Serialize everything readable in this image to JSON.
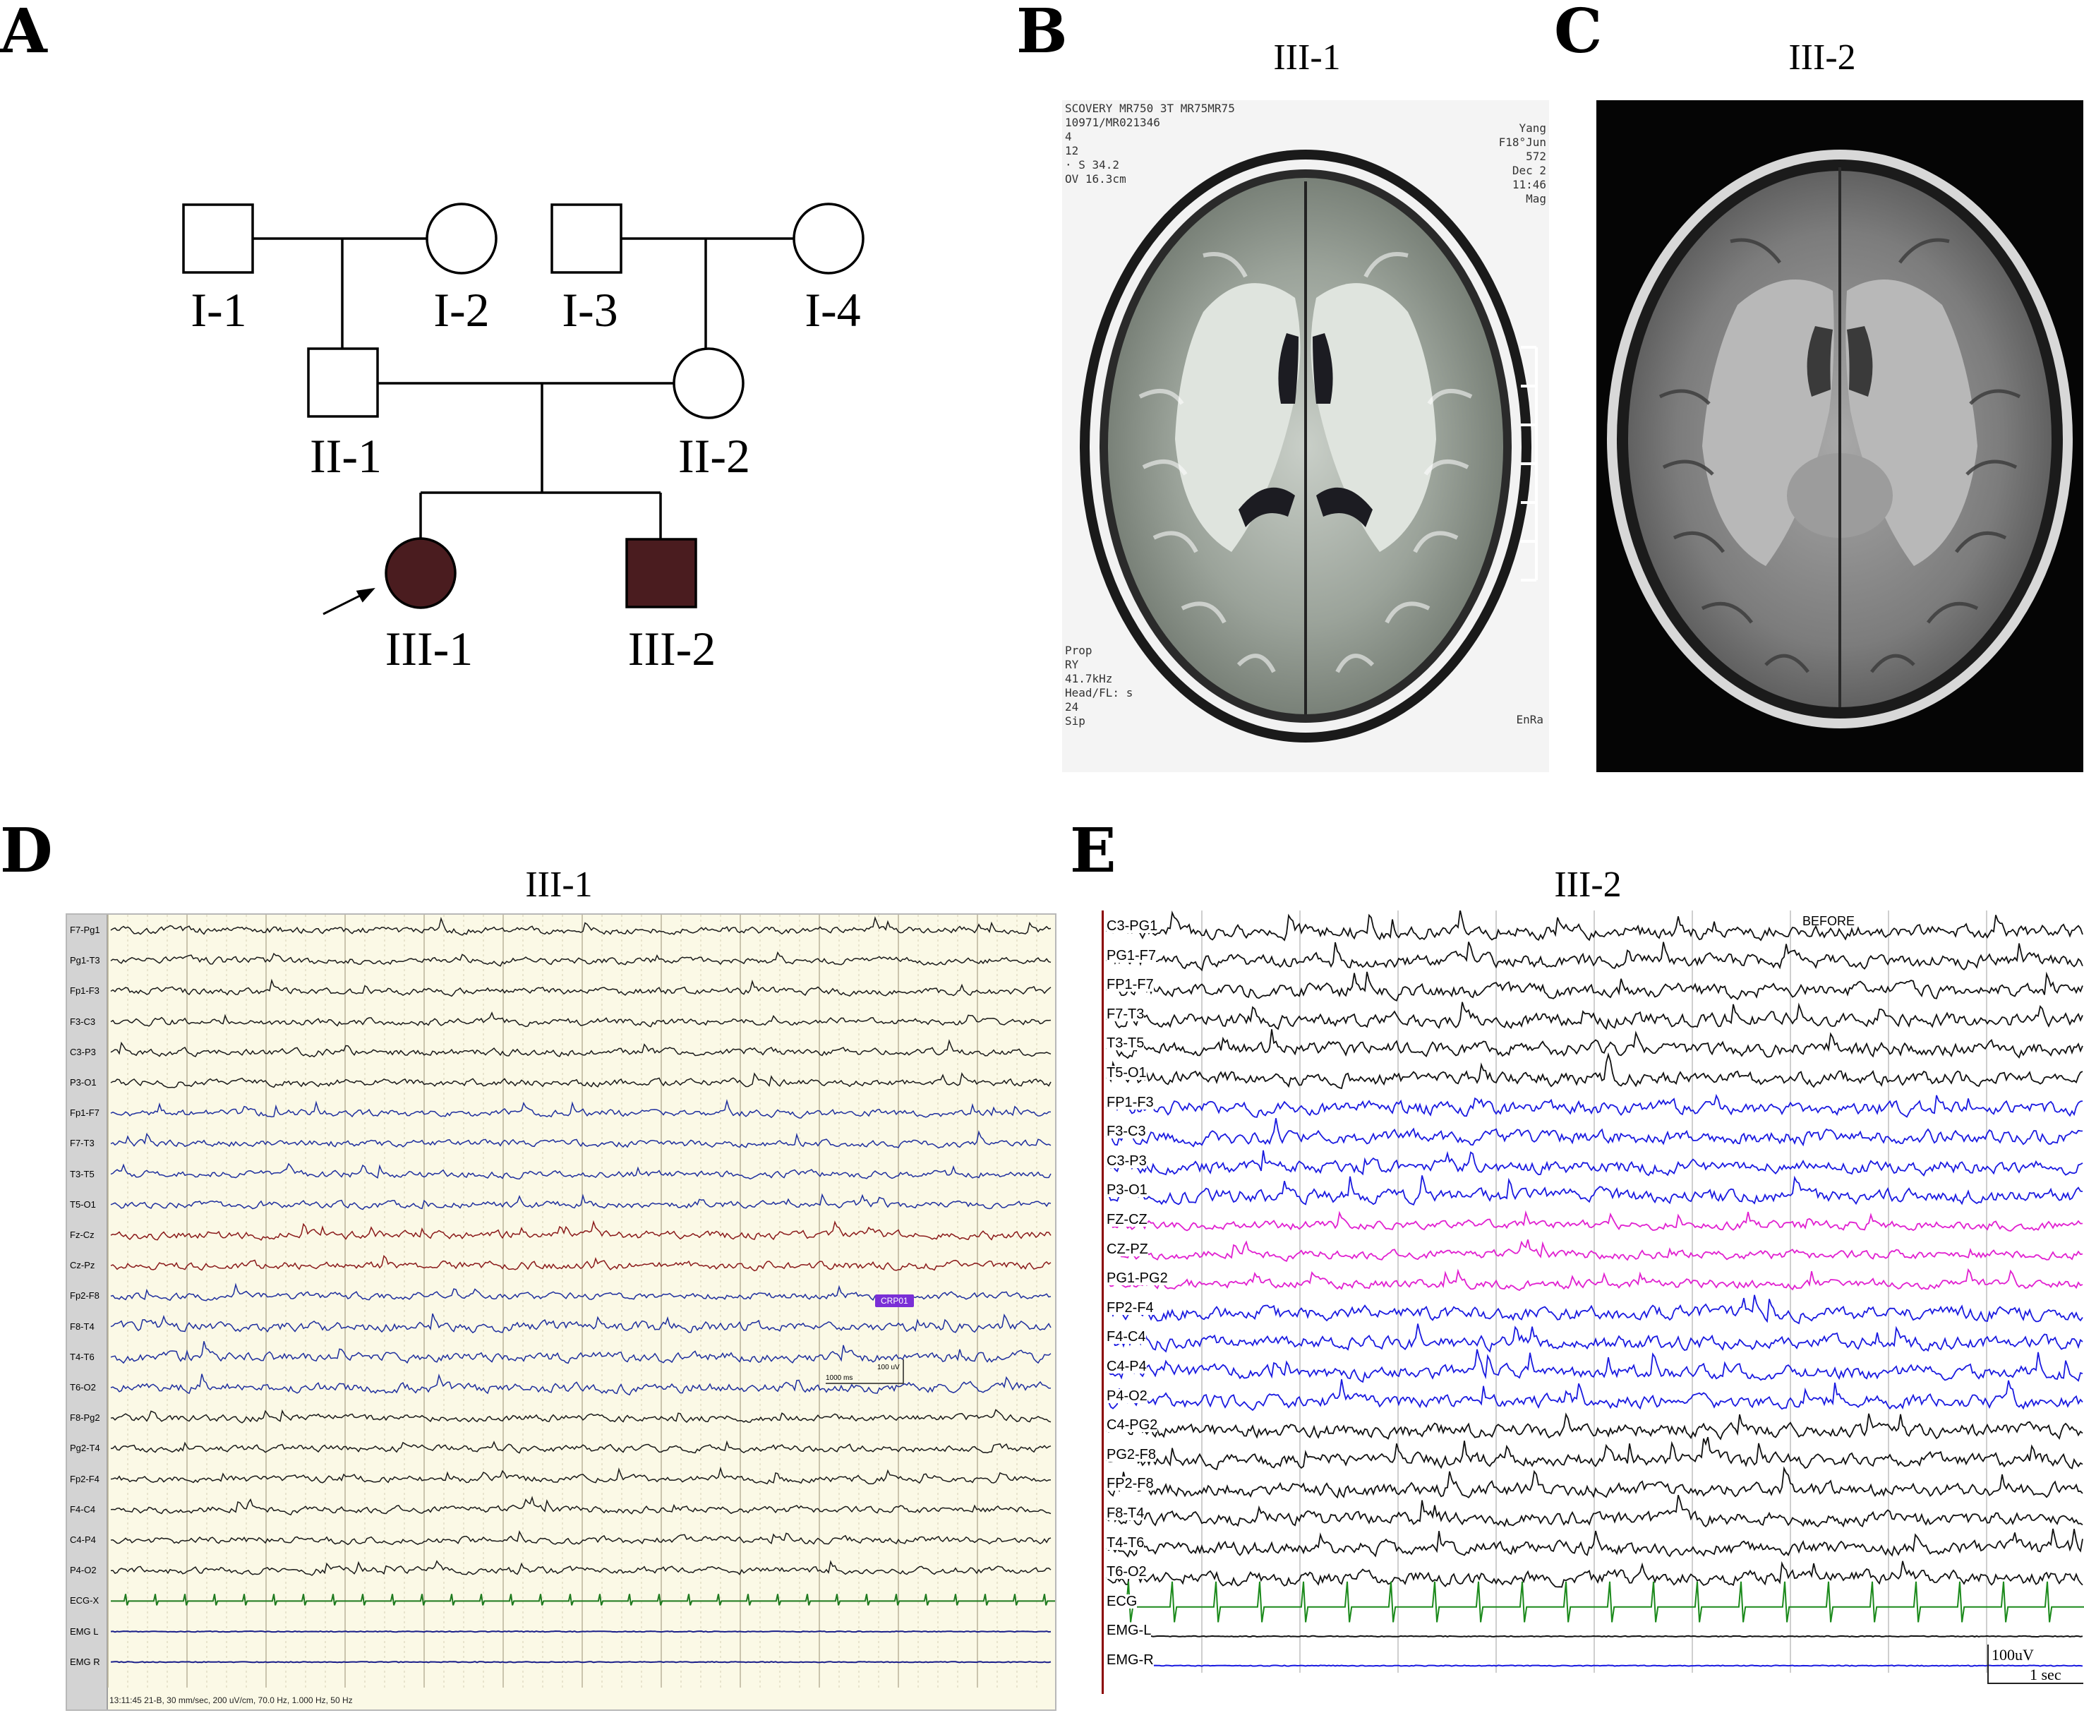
{
  "panels": {
    "a": {
      "letter": "A"
    },
    "b": {
      "letter": "B",
      "title": "III-1"
    },
    "c": {
      "letter": "C",
      "title": "III-2"
    },
    "d": {
      "letter": "D",
      "title": "III-1"
    },
    "e": {
      "letter": "E",
      "title": "III-2"
    }
  },
  "pedigree": {
    "individuals": [
      {
        "id": "I-1",
        "sex": "male",
        "affected": false
      },
      {
        "id": "I-2",
        "sex": "female",
        "affected": false
      },
      {
        "id": "I-3",
        "sex": "male",
        "affected": false
      },
      {
        "id": "I-4",
        "sex": "female",
        "affected": false
      },
      {
        "id": "II-1",
        "sex": "male",
        "affected": false
      },
      {
        "id": "II-2",
        "sex": "female",
        "affected": false
      },
      {
        "id": "III-1",
        "sex": "female",
        "affected": true,
        "proband": true
      },
      {
        "id": "III-2",
        "sex": "male",
        "affected": true
      }
    ],
    "affected_color": "#4a1c1f"
  },
  "mri_b": {
    "overlay_left": "SCOVERY MR750 3T MR75MR75\n10971/MR021346\n4\n12\n· S 34.2\nOV 16.3cm",
    "overlay_right": "Yang\nF18°Jun\n572\nDec 2\n11:46\nMag",
    "overlay_bottom_left": "Prop\nRY\n41.7kHz\nHead/FL: s\n24\nSip",
    "overlay_bottom_right": "EnRa"
  },
  "eeg_d": {
    "channels": [
      "F7-Pg1",
      "Pg1-T3",
      "Fp1-F3",
      "F3-C3",
      "C3-P3",
      "P3-O1",
      "Fp1-F7",
      "F7-T3",
      "T3-T5",
      "T5-O1",
      "Fz-Cz",
      "Cz-Pz",
      "Fp2-F8",
      "F8-T4",
      "T4-T6",
      "T6-O2",
      "F8-Pg2",
      "Pg2-T4",
      "Fp2-F4",
      "F4-C4",
      "C4-P4",
      "P4-O2",
      "ECG-X",
      "EMG L",
      "EMG R"
    ],
    "event_tag": "CRP01",
    "scale_time": "1000 ms",
    "scale_amp": "100 uV",
    "status": "13:11:45 21-B, 30 mm/sec, 200 uV/cm, 70.0 Hz, 1.000 Hz, 50 Hz",
    "colors": {
      "black": "#1a1a1a",
      "blue": "#1f2f9e",
      "red": "#8a1a1a",
      "green": "#1e7a1e",
      "navy": "#1a1f8a"
    }
  },
  "eeg_e": {
    "channels": [
      "C3-PG1",
      "PG1-F7",
      "FP1-F7",
      "F7-T3",
      "T3-T5",
      "T5-O1",
      "FP1-F3",
      "F3-C3",
      "C3-P3",
      "P3-O1",
      "FZ-CZ",
      "CZ-PZ",
      "PG1-PG2",
      "FP2-F4",
      "F4-C4",
      "C4-P4",
      "P4-O2",
      "C4-PG2",
      "PG2-F8",
      "FP2-F8",
      "F8-T4",
      "T4-T6",
      "T6-O2",
      "ECG",
      "EMG-L",
      "EMG-R"
    ],
    "marker": "BEFORE",
    "scale_amp": "100uV",
    "scale_time": "1 sec",
    "colors": {
      "black": "#111111",
      "blue": "#1a1ae0",
      "magenta": "#e020d0",
      "green": "#1c8a1c"
    }
  }
}
